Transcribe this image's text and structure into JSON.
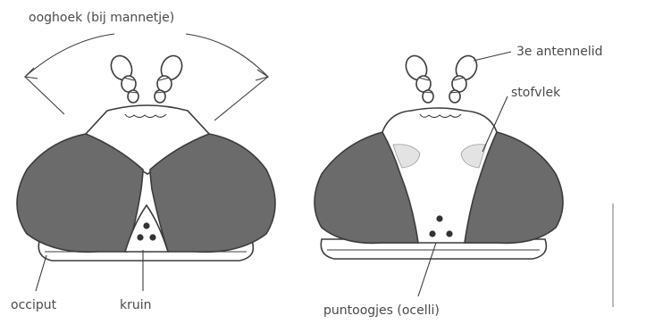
{
  "labels": {
    "eye_angle": "ooghoek (bij mannetje)",
    "antenna_segment": "3e antennelid",
    "dust_spot": "stofvlek",
    "occiput": "occiput",
    "crown": "kruin",
    "ocelli": "puntoogjes (ocelli)"
  },
  "colors": {
    "eye_fill": "#6b6b6b",
    "head_fill": "#ffffff",
    "dust_spot_fill": "#e3e3e3",
    "line": "#3c3c3c",
    "text": "#4a4a4a"
  }
}
